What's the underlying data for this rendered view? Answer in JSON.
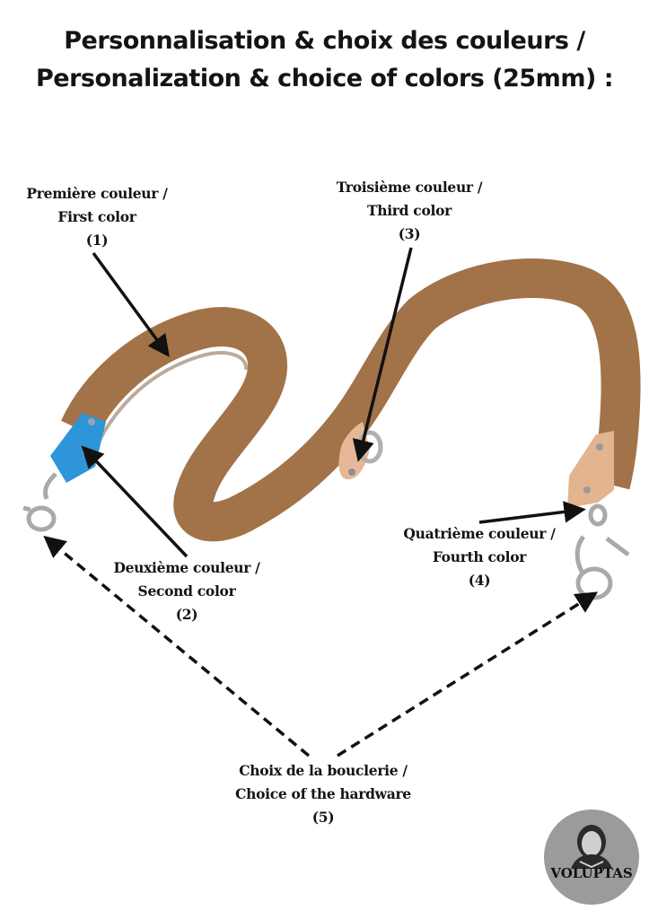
{
  "title": {
    "line1": "Personnalisation & choix des couleurs /",
    "line2": "Personalization & choice of colors (25mm) :"
  },
  "callouts": [
    {
      "fr": "Première couleur /",
      "en": "First color",
      "num": "(1)"
    },
    {
      "fr": "Deuxième couleur /",
      "en": "Second color",
      "num": "(2)"
    },
    {
      "fr": "Troisième couleur  /",
      "en": "Third color",
      "num": "(3)"
    },
    {
      "fr": "Quatrième couleur  /",
      "en": "Fourth color",
      "num": "(4)"
    },
    {
      "fr": "Choix de la bouclerie /",
      "en": "Choice of the hardware",
      "num": "(5)"
    }
  ],
  "logo": {
    "text": "VOLUPTAS"
  },
  "colors": {
    "strap": "#a27348",
    "strap_shadow": "#7d5634",
    "end_piece_left": "#2d95d8",
    "end_piece_right": "#e2b48f",
    "ring_tab": "#e7b897",
    "hardware": "#b8b8b8",
    "logo_bg": "#9b9b9b"
  }
}
